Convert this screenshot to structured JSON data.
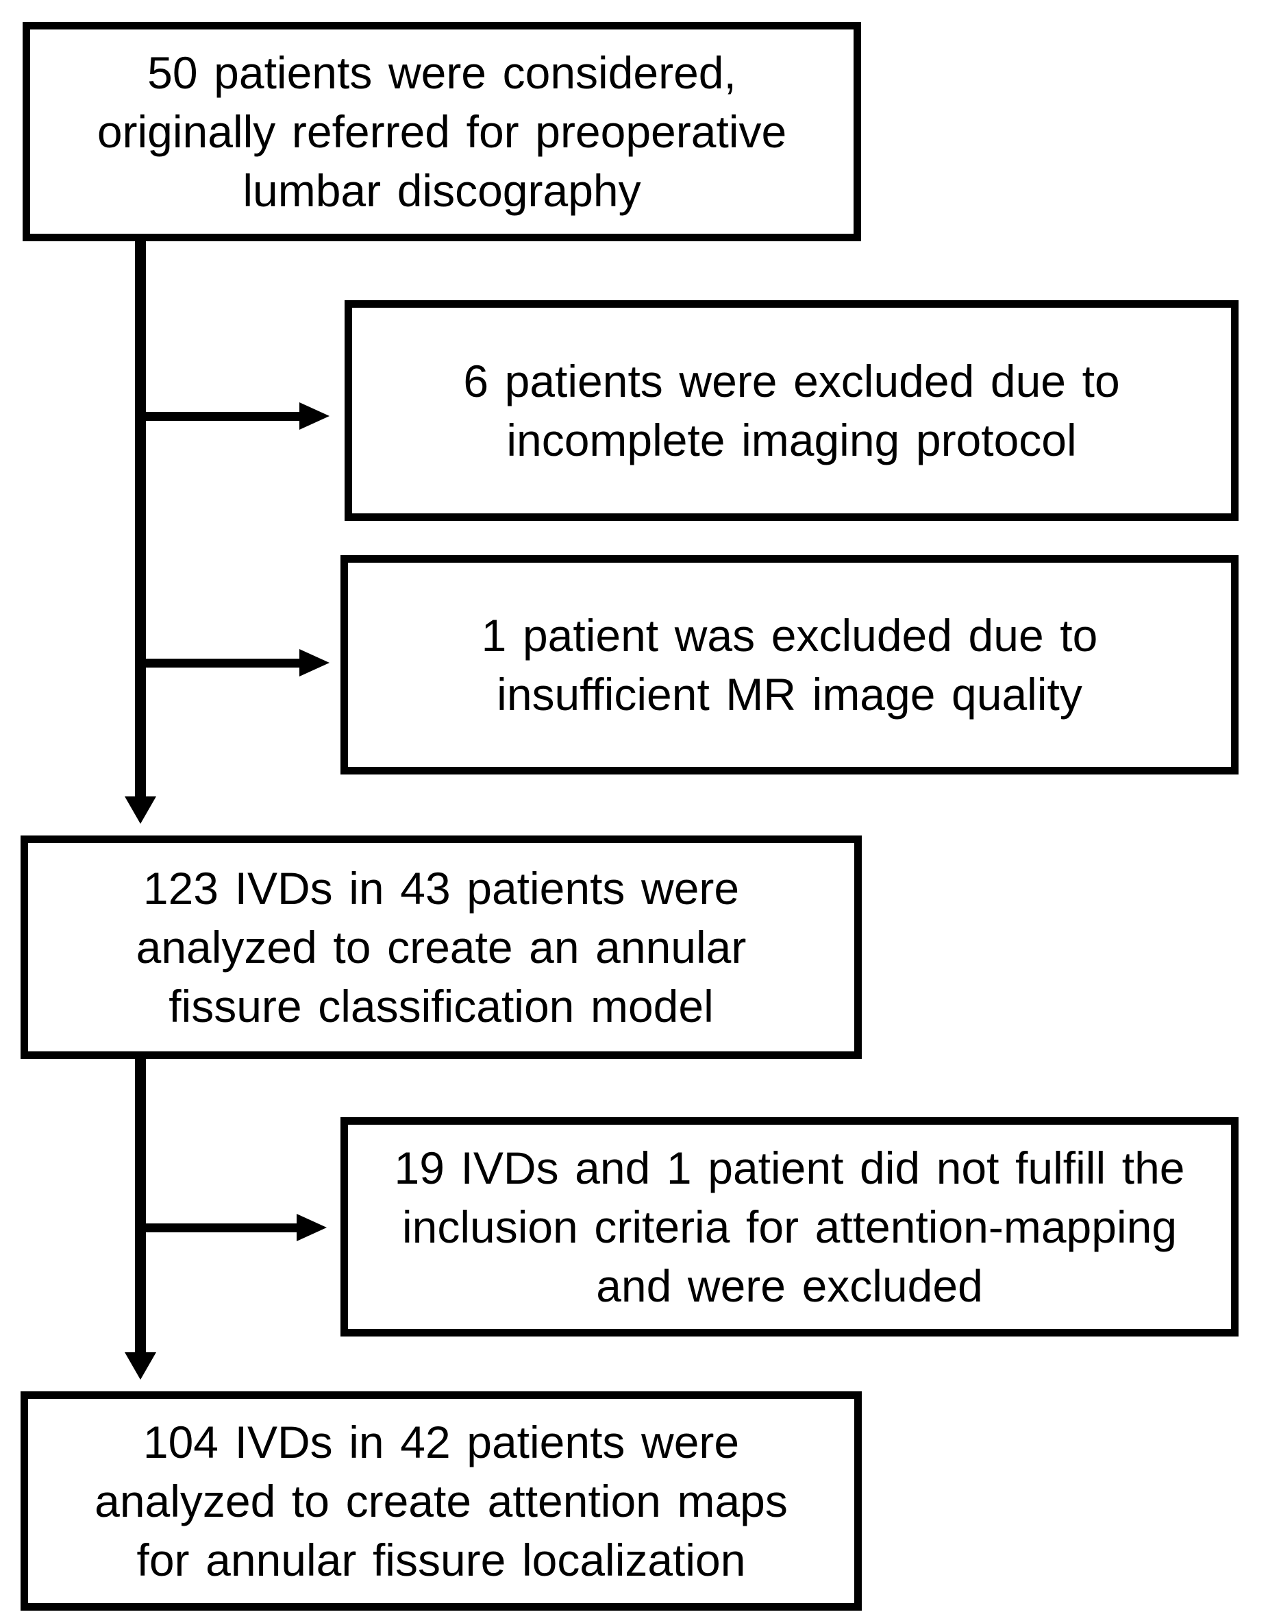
{
  "figure": {
    "background_color": "#ffffff",
    "line_color": "#000000",
    "text_color": "#000000",
    "type": "patient-flow-diagram",
    "boxes": [
      {
        "id": "considered",
        "lines": [
          "50 patients were considered,",
          "originally referred for preoperative",
          "lumbar discography"
        ]
      },
      {
        "id": "excluded-protocol",
        "lines": [
          "6 patients were excluded due to",
          "incomplete imaging protocol"
        ]
      },
      {
        "id": "excluded-quality",
        "lines": [
          "1 patient was excluded due to",
          "insufficient MR image quality"
        ]
      },
      {
        "id": "classification-model",
        "lines": [
          "123 IVDs in 43 patients were",
          "analyzed to create an annular",
          "fissure classification model"
        ]
      },
      {
        "id": "excluded-attention",
        "lines": [
          "19 IVDs and 1 patient did not fulfill the",
          "inclusion criteria for attention-mapping",
          "and were excluded"
        ]
      },
      {
        "id": "attention-maps",
        "lines": [
          "104 IVDs in 42 patients were",
          "analyzed to create attention maps",
          "for annular fissure localization"
        ]
      }
    ]
  }
}
